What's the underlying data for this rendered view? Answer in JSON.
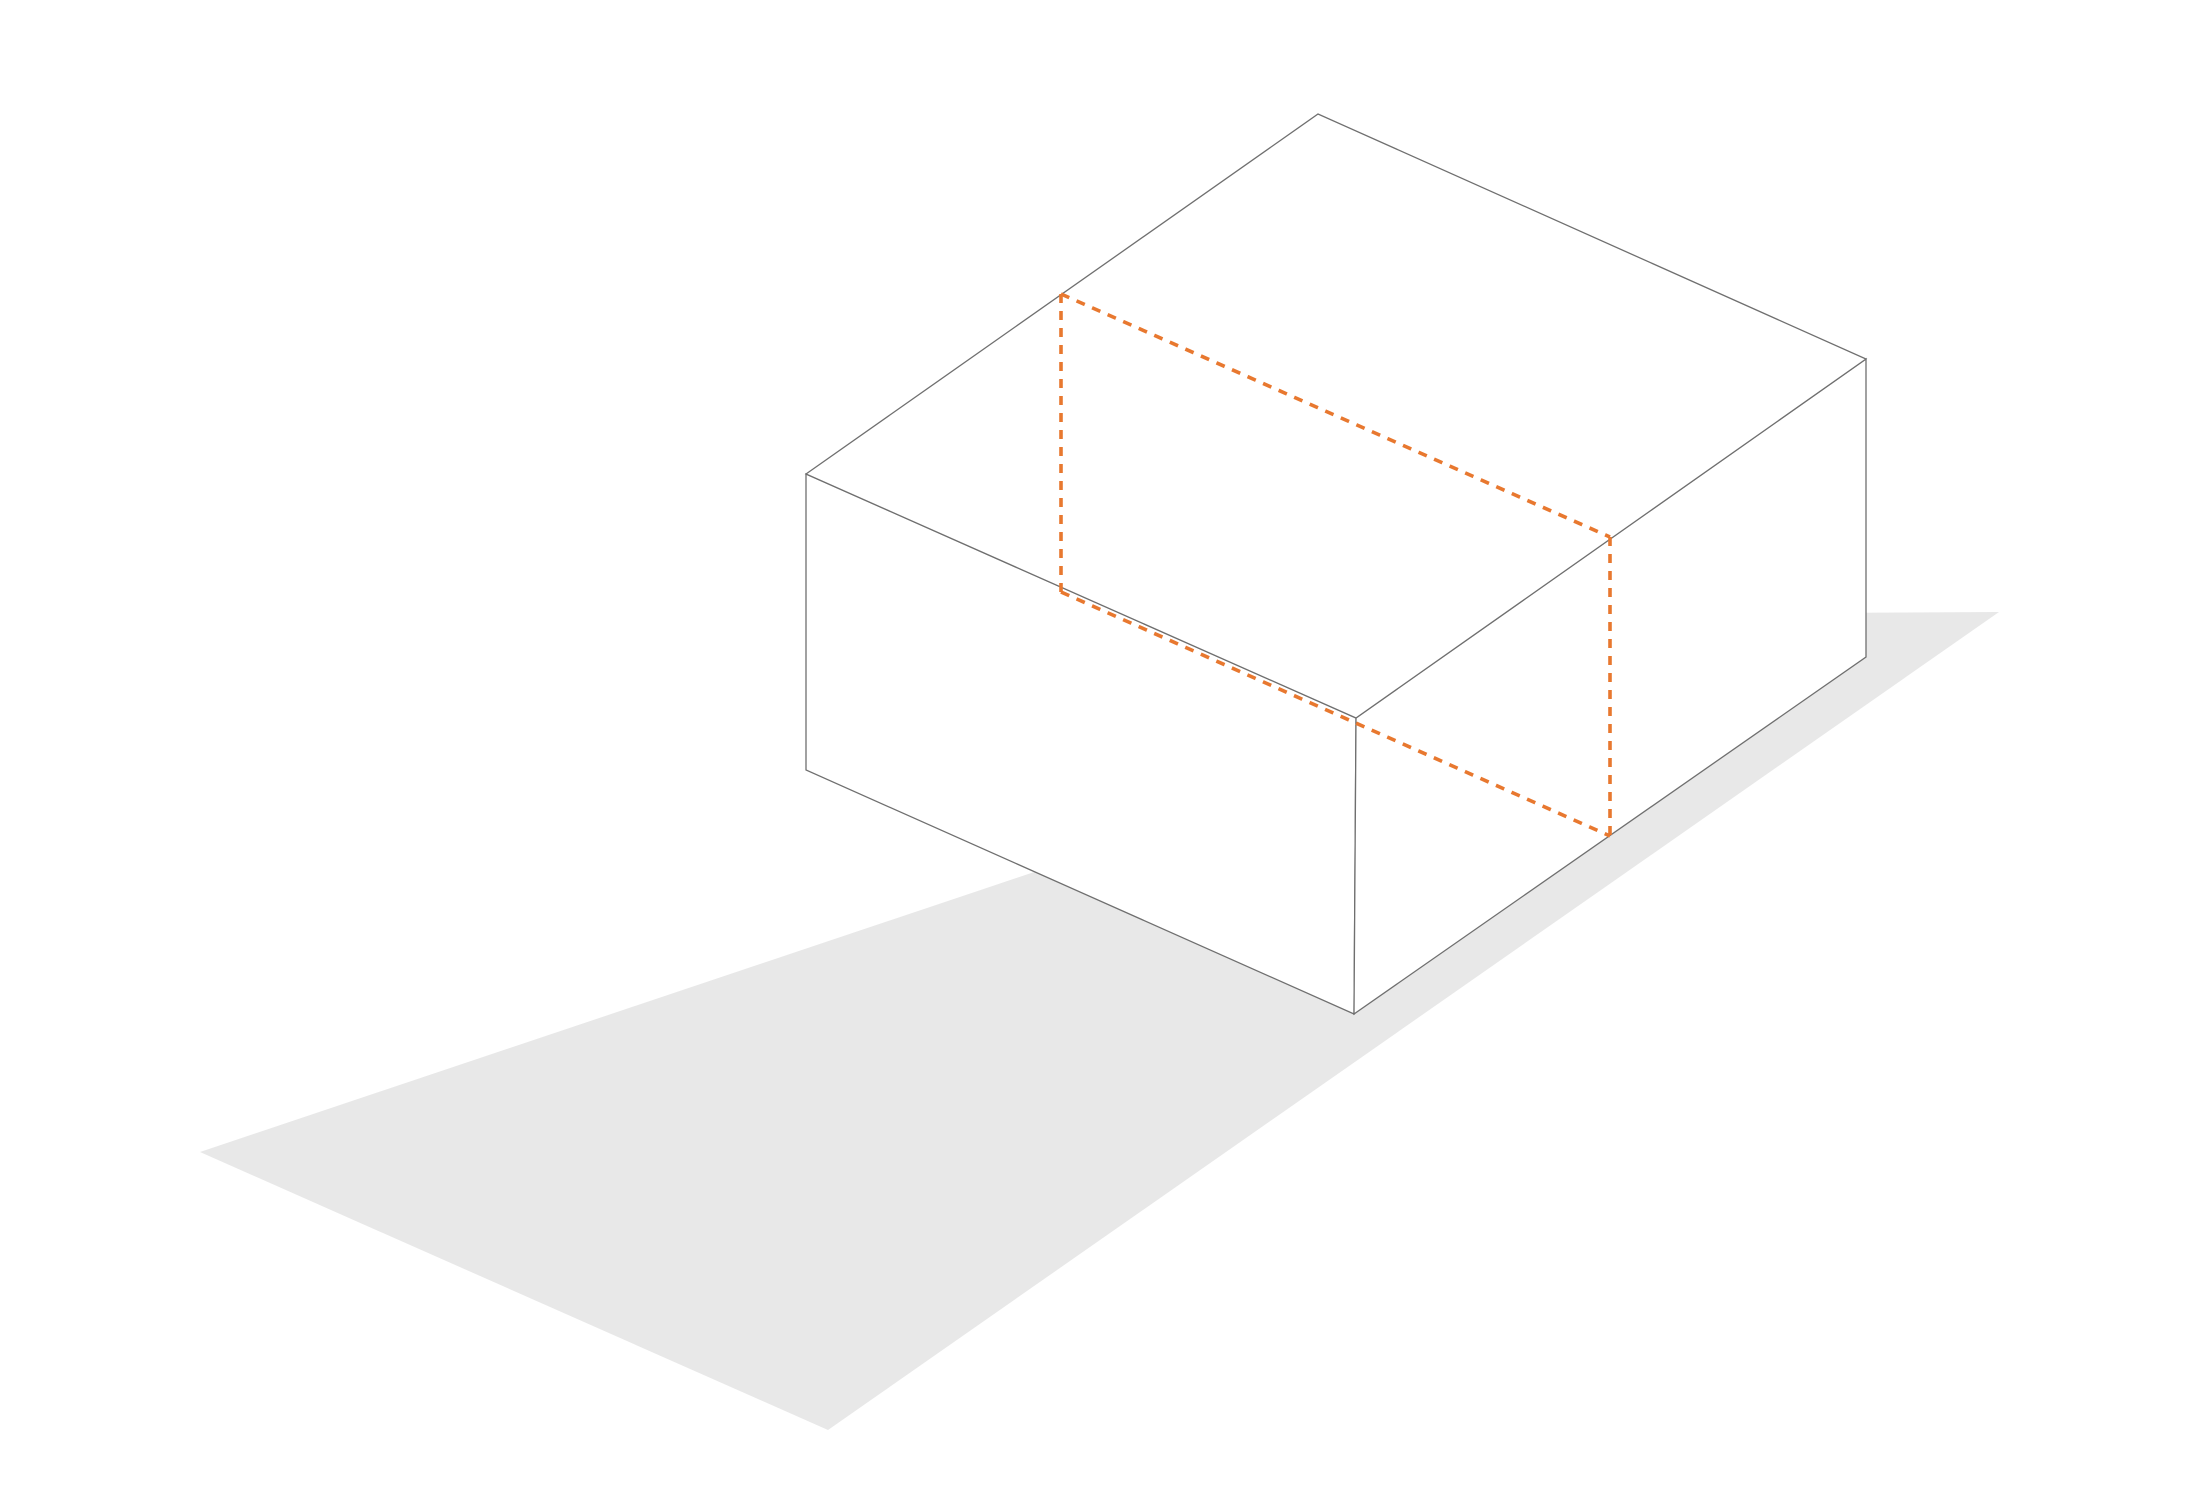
{
  "diagram": {
    "kind": "isometric box with section plane",
    "colors": {
      "background": "#ffffff",
      "ground": "#e8e8e8",
      "box_fill": "#ffffff",
      "box_edge": "#6f6f6f",
      "section_line": "#e8782f"
    },
    "elements": [
      "ground-shadow",
      "box-left-face",
      "box-right-face",
      "box-top-face",
      "section-plane-outline"
    ],
    "section_line_style": "dashed"
  }
}
